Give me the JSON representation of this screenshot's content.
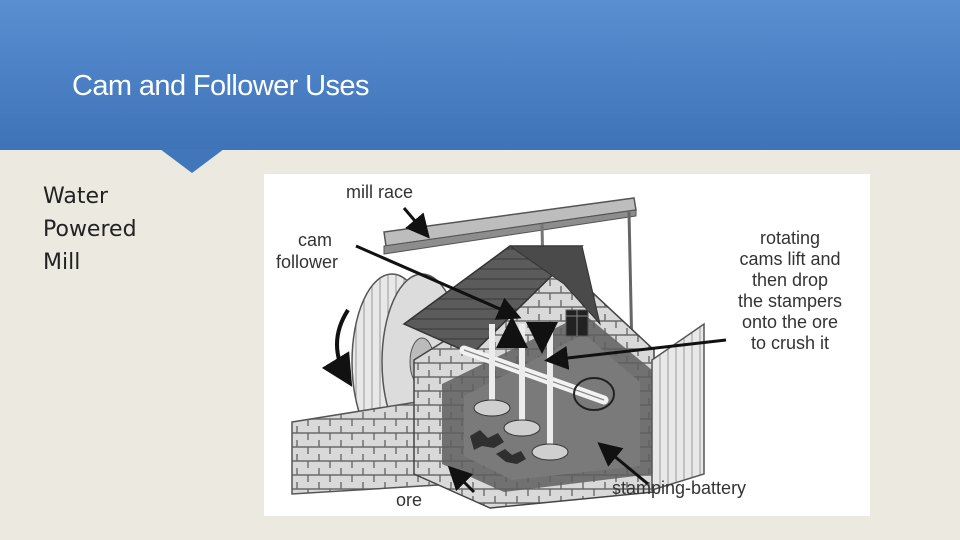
{
  "slide": {
    "title": "Cam and Follower Uses",
    "body_lines": [
      "Water",
      "Powered",
      "Mill"
    ]
  },
  "diagram": {
    "labels": {
      "mill_race": "mill race",
      "cam_follower_1": "cam",
      "cam_follower_2": "follower",
      "rotating_1": "rotating",
      "rotating_2": "cams lift and",
      "rotating_3": "then drop",
      "rotating_4": "the stampers",
      "rotating_5": "onto the ore",
      "rotating_6": "to crush it",
      "ore": "ore",
      "stamping_battery": "stamping-battery"
    }
  },
  "colors": {
    "header_blue": "#4a7fc4",
    "background": "#ece9e1"
  }
}
